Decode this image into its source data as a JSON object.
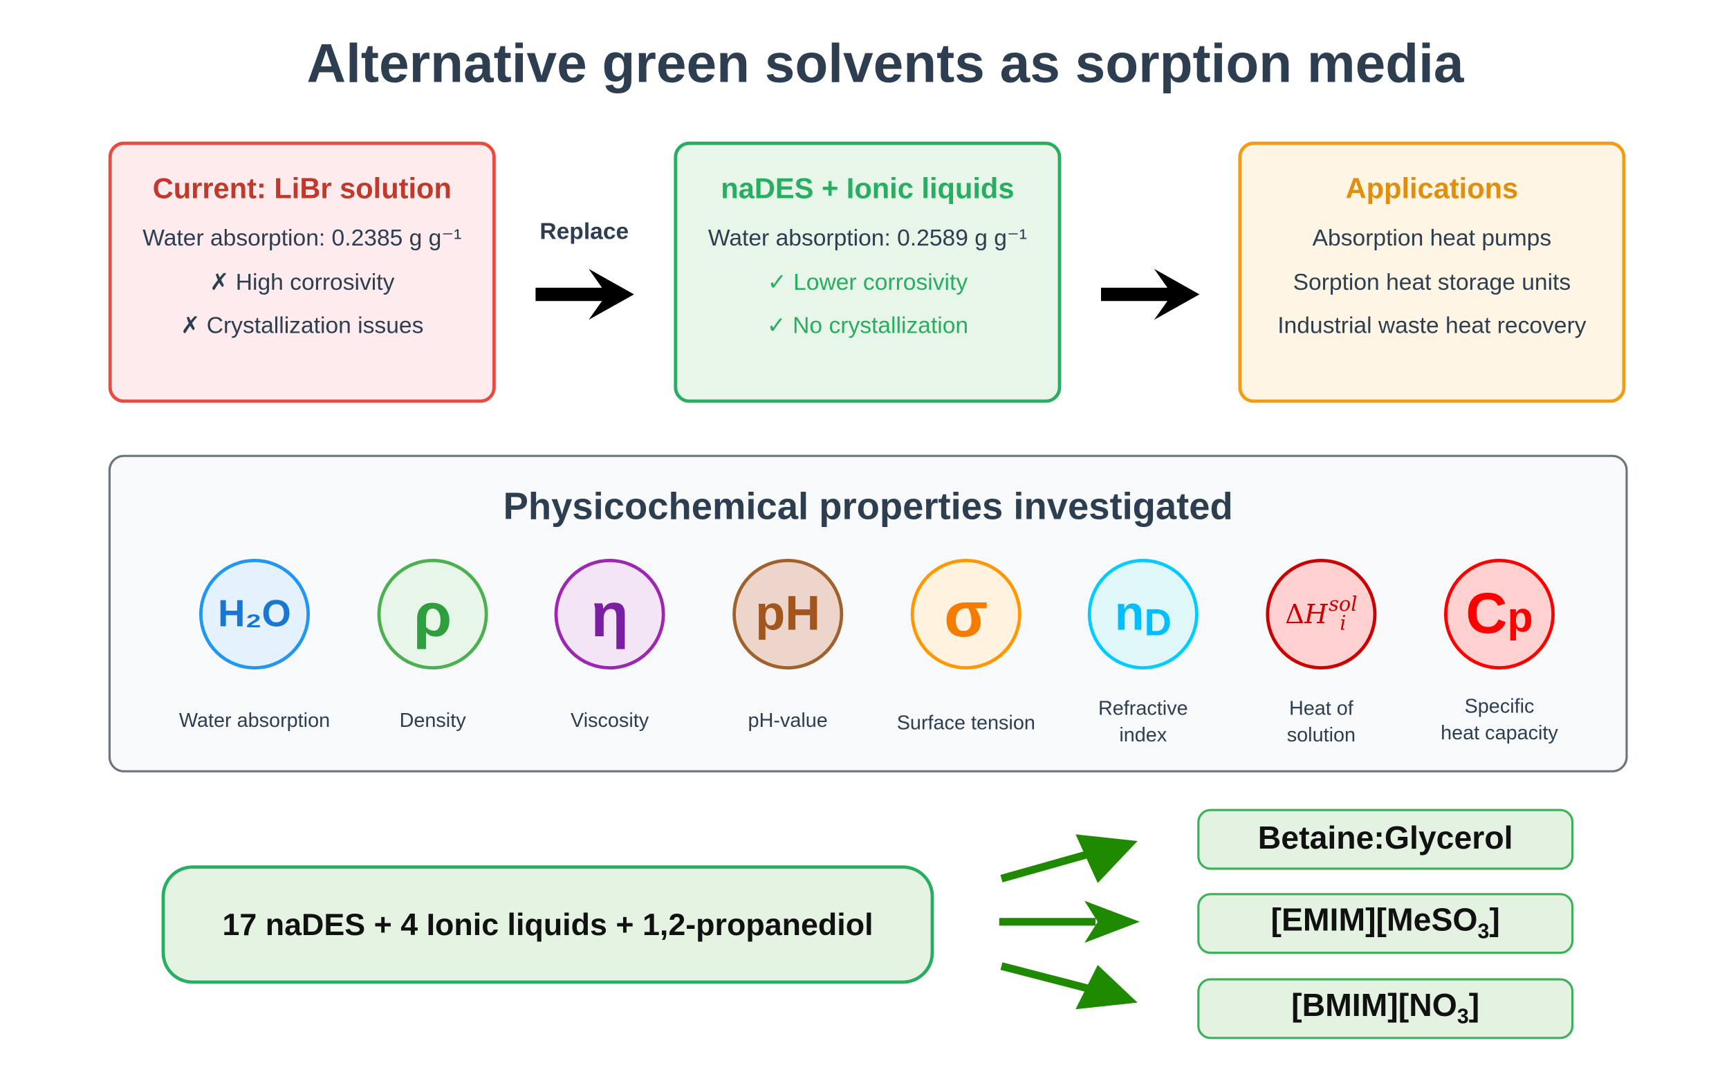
{
  "title": "Alternative green solvents as sorption media",
  "current": {
    "title": "Current: LiBr solution",
    "absorption": "Water absorption: 0.2385 g g⁻¹",
    "cons": [
      "✗ High corrosivity",
      "✗ Crystallization issues"
    ],
    "color": "#e74c3c"
  },
  "replace_label": "Replace",
  "alternative": {
    "title": "naDES + Ionic liquids",
    "absorption": "Water absorption: 0.2589 g g⁻¹",
    "pros": [
      "✓ Lower corrosivity",
      "✓ No crystallization"
    ],
    "color": "#27ae60"
  },
  "applications": {
    "title": "Applications",
    "items": [
      "Absorption heat pumps",
      "Sorption heat storage units",
      "Industrial waste heat recovery"
    ],
    "color": "#f39c12"
  },
  "properties": {
    "title": "Physicochemical properties investigated",
    "items": [
      {
        "symbol": "H₂O",
        "label": "Water absorption",
        "color": "#2196f3"
      },
      {
        "symbol": "ρ",
        "label": "Density",
        "color": "#4caf50"
      },
      {
        "symbol": "η",
        "label": "Viscosity",
        "color": "#9c27b0"
      },
      {
        "symbol": "pH",
        "label": "pH-value",
        "color": "#a0622d"
      },
      {
        "symbol": "σ",
        "label": "Surface tension",
        "color": "#ff9800"
      },
      {
        "symbol": "nD",
        "label": "Refractive index",
        "color": "#00ccff"
      },
      {
        "symbol": "ΔH i sol",
        "label": "Heat of solution",
        "color": "#cc0000"
      },
      {
        "symbol": "Cp",
        "label": "Specific heat capacity",
        "color": "#ff0000"
      }
    ]
  },
  "samples": "17 naDES + 4 Ionic liquids + 1,2-propanediol",
  "selected": [
    "Betaine:Glycerol",
    "[EMIM][MeSO3]",
    "[BMIM][NO3]"
  ]
}
